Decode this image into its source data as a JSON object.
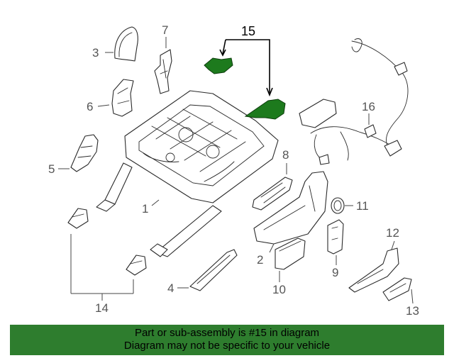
{
  "diagram": {
    "callouts": {
      "c1": "1",
      "c2": "2",
      "c3": "3",
      "c4": "4",
      "c5": "5",
      "c6": "6",
      "c7": "7",
      "c8": "8",
      "c9": "9",
      "c10": "10",
      "c11": "11",
      "c12": "12",
      "c13": "13",
      "c14": "14",
      "c15": "15",
      "c16": "16"
    },
    "highlighted_part": "15",
    "highlight_color": "#2e7d2e"
  },
  "banner": {
    "line1": "Part or sub-assembly is #15 in diagram",
    "line2": "Diagram may not be specific to your vehicle"
  }
}
